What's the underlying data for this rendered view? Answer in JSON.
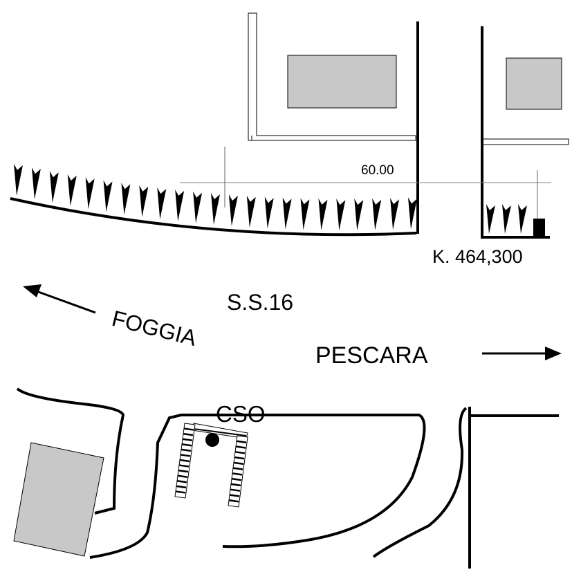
{
  "labels": {
    "distance": "60.00",
    "km_marker": "K. 464,300",
    "road": "S.S.16",
    "direction_left": "FOGGIA",
    "direction_right": "PESCARA",
    "site": "CSO"
  },
  "colors": {
    "building_fill": "#c8c8c8",
    "line": "#000000",
    "guide_line": "#808080"
  },
  "tree_rows": {
    "main_row_count": 23,
    "right_row_count": 3
  }
}
